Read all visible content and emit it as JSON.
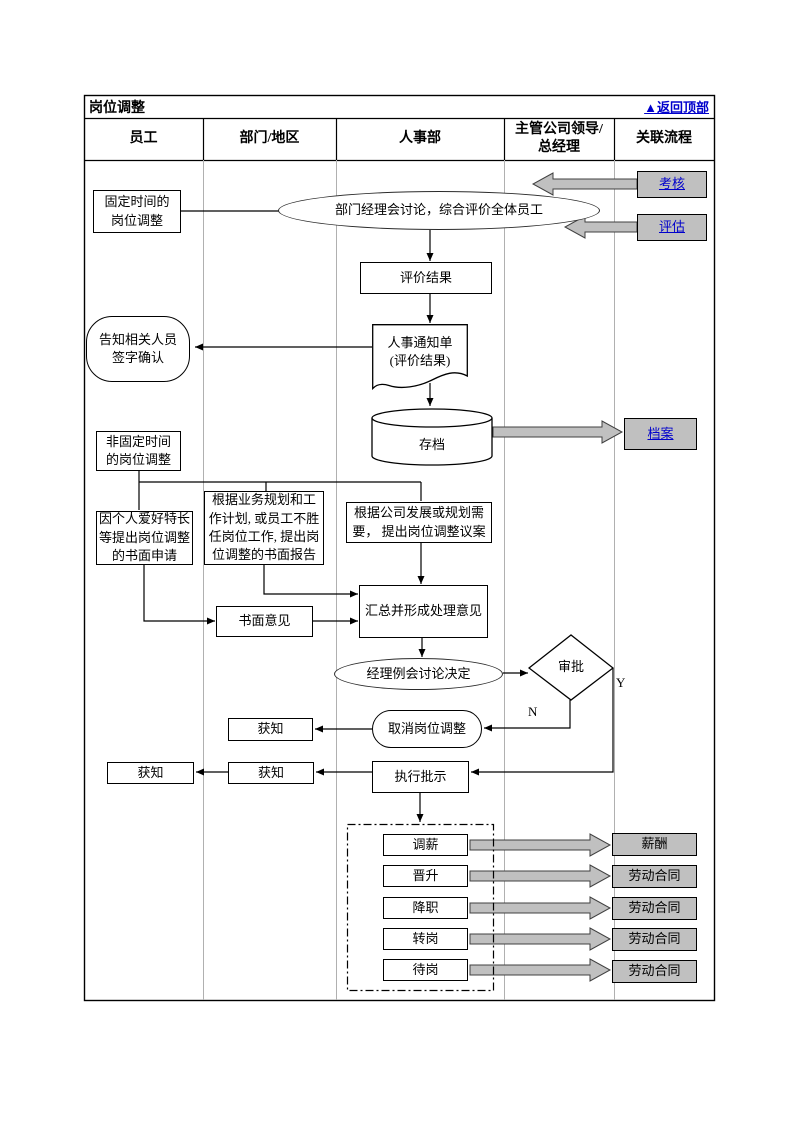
{
  "header": {
    "title": "岗位调整",
    "back_to_top": "▲返回顶部",
    "columns": [
      "员工",
      "部门/地区",
      "人事部",
      "主管公司领导/\n总经理",
      "关联流程"
    ]
  },
  "nodes": {
    "fixed_time": "固定时间的\n岗位调整",
    "dept_discussion": "部门经理会讨论，综合评价全体员工",
    "eval_result": "评价结果",
    "notify_sign": "告知相关人员\n签字确认",
    "hr_notice": "人事通知单\n(评价结果)",
    "archive": "存档",
    "non_fixed": "非固定时间\n的岗位调整",
    "personal_request": "因个人爱好特长\n等提出岗位调整\n的书面申请",
    "dept_report": "根据业务规划和工\n作计划, 或员工不胜\n任岗位工作, 提出岗\n位调整的书面报告",
    "company_proposal": "根据公司发展或规划需\n要， 提出岗位调整议案",
    "written_opinion": "书面意见",
    "summarize": "汇总并形成处理意见",
    "meeting_decision": "经理例会讨论决定",
    "approval": "审批",
    "cancel_adjustment": "取消岗位调整",
    "inform_after_cancel": "获知",
    "inform_employee": "获知",
    "inform_department": "获知",
    "execute_approval": "执行批示",
    "adjust_types": [
      "调薪",
      "晋升",
      "降职",
      "转岗",
      "待岗"
    ]
  },
  "links": {
    "kaohe": "考核",
    "pinggu": "评估",
    "dangan": "档案",
    "results": [
      "薪酬",
      "劳动合同",
      "劳动合同",
      "劳动合同",
      "劳动合同"
    ]
  },
  "flow_labels": {
    "yes": "Y",
    "no": "N"
  },
  "colors": {
    "link_blue": "#0000cc",
    "box_gray": "#c0c0c0",
    "lane_line_gray": "#b0b0b0"
  }
}
